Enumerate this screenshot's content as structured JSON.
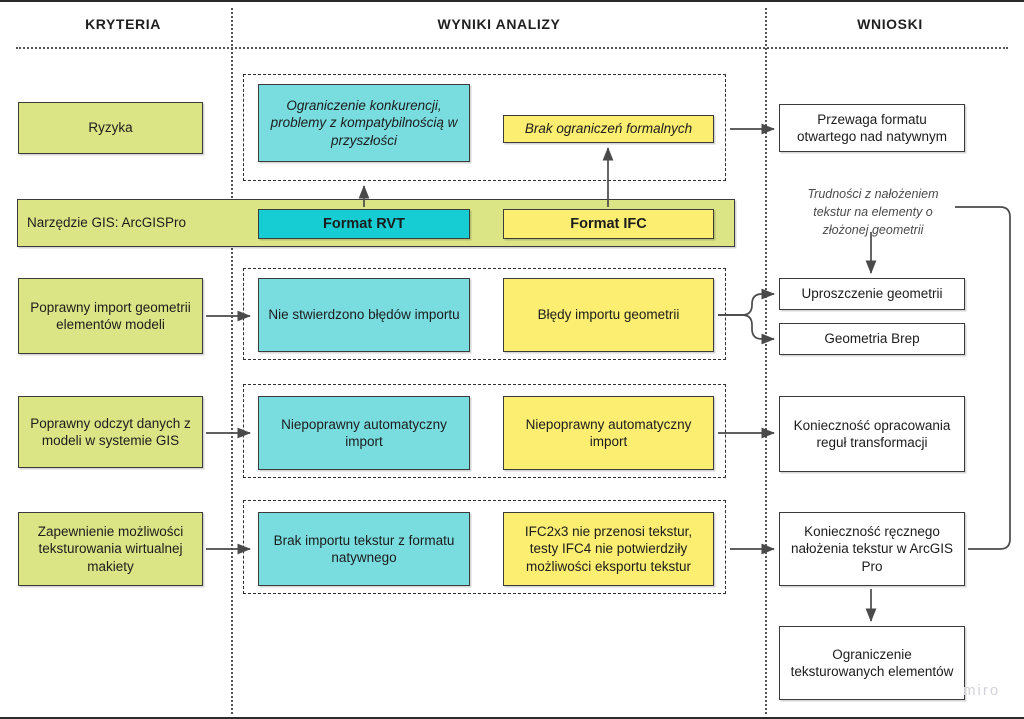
{
  "columns": [
    {
      "id": "kryteria",
      "label": "KRYTERIA"
    },
    {
      "id": "wyniki",
      "label": "WYNIKI ANALIZY"
    },
    {
      "id": "wnioski",
      "label": "WNIOSKI"
    }
  ],
  "criteria": [
    {
      "id": "ryzyka",
      "label": "Ryzyka"
    },
    {
      "id": "import",
      "label": "Poprawny import geometrii elementów modeli"
    },
    {
      "id": "odczyt",
      "label": "Poprawny odczyt danych z modeli w systemie GIS"
    },
    {
      "id": "tekstury",
      "label": "Zapewnienie możliwości teksturowania wirtualnej makiety"
    }
  ],
  "gis_band": {
    "label": "Narzędzie GIS: ArcGISPro",
    "format_rvt": "Format RVT",
    "format_ifc": "Format IFC"
  },
  "results": {
    "rvt": [
      {
        "id": "rvt-ryzyka",
        "label": "Ograniczenie konkurencji, problemy z kompatybilnością w przyszłości"
      },
      {
        "id": "rvt-import",
        "label": "Nie stwierdzono błędów importu"
      },
      {
        "id": "rvt-odczyt",
        "label": "Niepoprawny automatyczny import"
      },
      {
        "id": "rvt-tekstury",
        "label": "Brak importu tekstur z formatu natywnego"
      }
    ],
    "ifc": [
      {
        "id": "ifc-ryzyka",
        "label": "Brak ograniczeń formalnych"
      },
      {
        "id": "ifc-import",
        "label": "Błędy importu geometrii"
      },
      {
        "id": "ifc-odczyt",
        "label": "Niepoprawny automatyczny import"
      },
      {
        "id": "ifc-tekstury",
        "label": "IFC2x3 nie przenosi tekstur, testy IFC4 nie potwierdziły możliwości eksportu tekstur"
      }
    ]
  },
  "conclusions": [
    {
      "id": "przewaga",
      "label": "Przewaga formatu otwartego nad natywnym"
    },
    {
      "id": "uproszczenie",
      "label": "Uproszczenie geometrii"
    },
    {
      "id": "brep",
      "label": "Geometria Brep"
    },
    {
      "id": "reguly",
      "label": "Konieczność opracowania reguł transformacji"
    },
    {
      "id": "reczne",
      "label": "Konieczność ręcznego nałożenia tekstur w ArcGIS Pro"
    },
    {
      "id": "ograniczenie",
      "label": "Ograniczenie teksturowanych elementów"
    }
  ],
  "annotation": "Trudności z nałożeniem tekstur na elementy o złożonej geometrii",
  "watermark": "miro",
  "colors": {
    "green": "#dbe585",
    "cyan": "#79dde0",
    "teal": "#16cdd4",
    "yellow": "#fbee70",
    "white": "#ffffff",
    "stroke": "#3b3b3b",
    "annotation_text": "#4a4a4a"
  }
}
